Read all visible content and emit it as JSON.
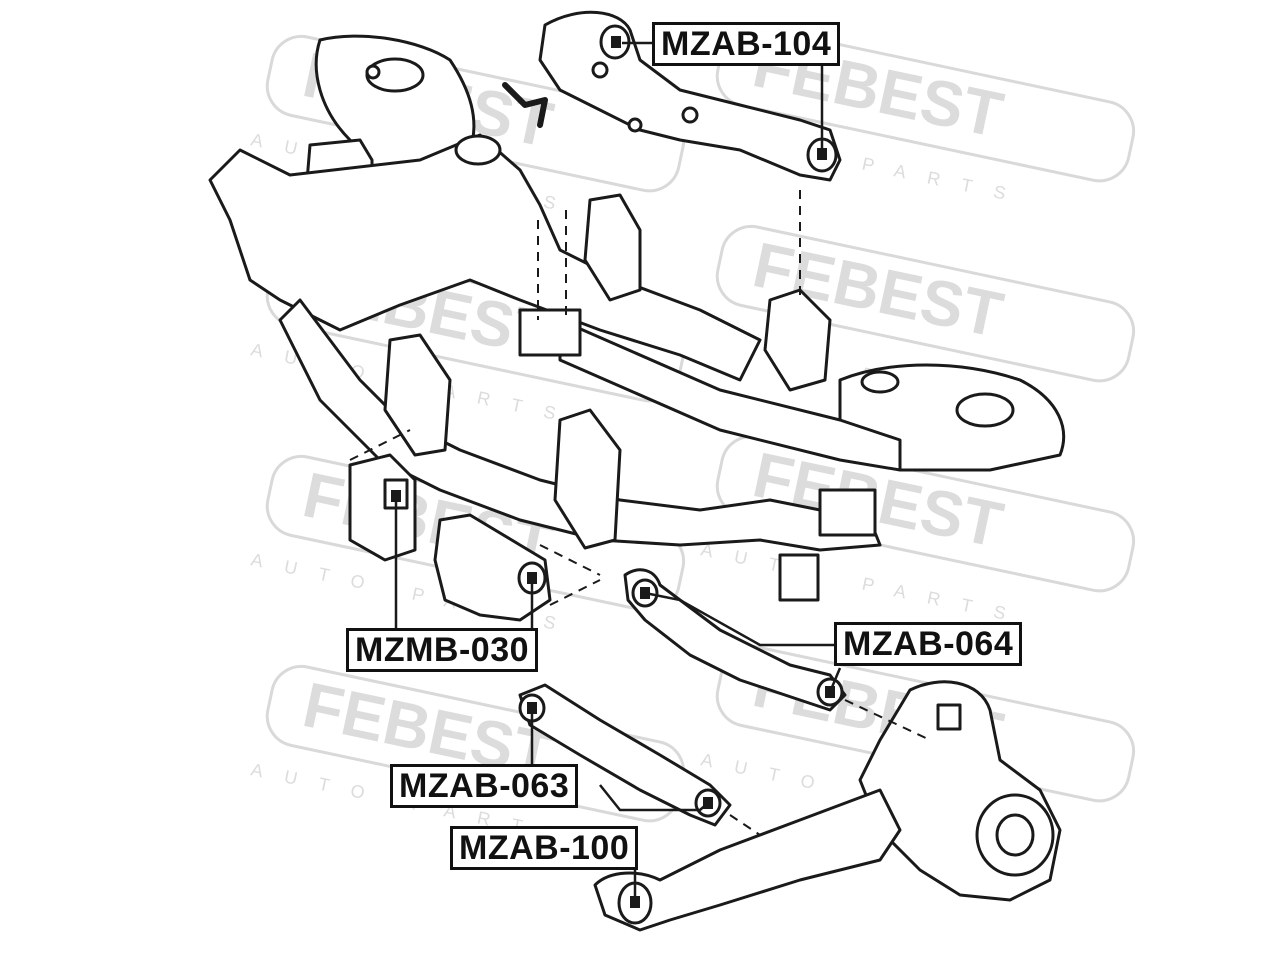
{
  "watermark": {
    "brand": "FEBEST",
    "tagline": "AUTO PARTS",
    "color": "#d9d9d9"
  },
  "labels": {
    "mzab_104": "MZAB-104",
    "mzmb_030": "MZMB-030",
    "mzab_064": "MZAB-064",
    "mzab_063": "MZAB-063",
    "mzab_100": "MZAB-100"
  },
  "colors": {
    "line": "#1a1a1a",
    "background": "#ffffff"
  }
}
